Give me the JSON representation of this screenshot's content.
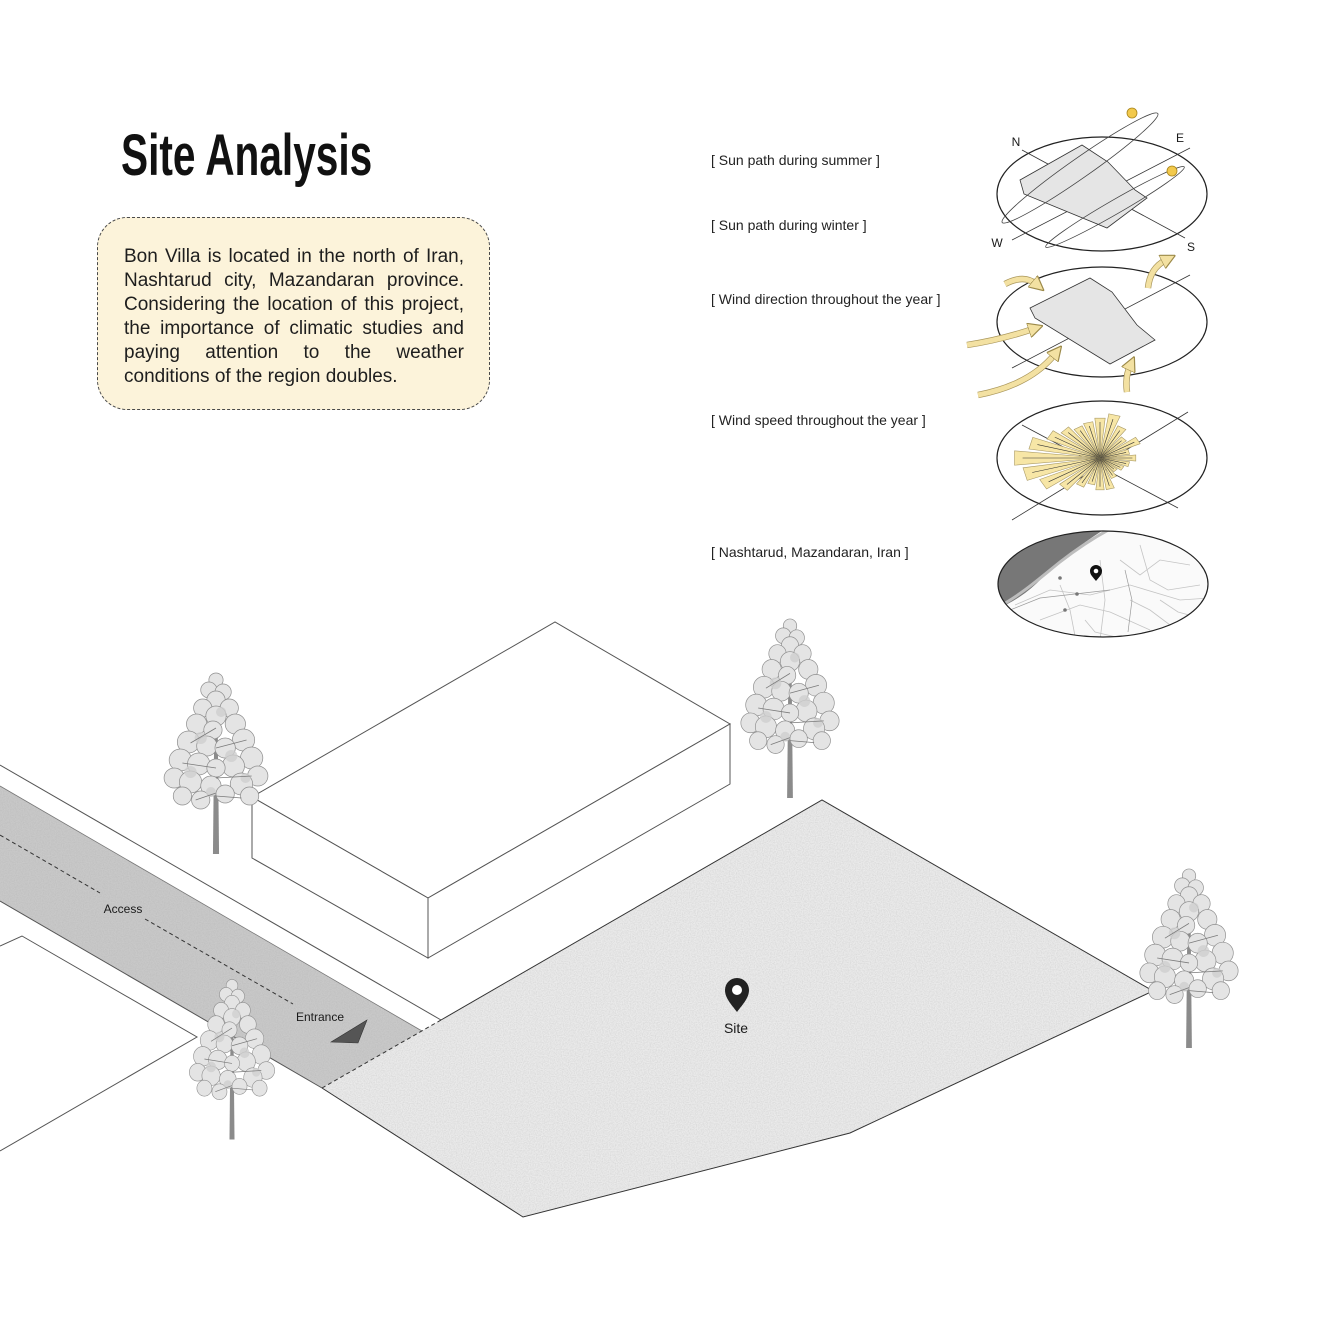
{
  "title": "Site Analysis",
  "description_lines": [
    "Bon Villa is located in the north of Iran,",
    "Nashtarud city, Mazandaran province.",
    "Considering the location of this project,",
    "the importance of climatic studies and",
    "paying attention to the weather",
    "conditions of the region doubles."
  ],
  "climate_diagrams": {
    "sun_summer": "[ Sun path during summer ]",
    "sun_winter": "[ Sun path during winter ]",
    "wind_direction": "[ Wind direction throughout the year ]",
    "wind_speed": "[ Wind speed throughout the year ]",
    "location": "[ Nashtarud, Mazandaran, Iran ]"
  },
  "compass": {
    "north": "N",
    "east": "E",
    "west": "W",
    "south": "S"
  },
  "site_plan": {
    "access": "Access",
    "entrance": "Entrance",
    "site": "Site"
  },
  "icons": {
    "site_marker": "location-pin-icon",
    "map_marker": "location-pin-icon",
    "entrance_marker": "arrow-icon",
    "trees": "tree-icon"
  },
  "colors": {
    "note_fill": "#fcf3da",
    "sun": "#f2c94c",
    "wind_arrow": "#f3e1a2",
    "wind_rose": "#f7e6a6",
    "road": "#c9c9c9",
    "site": "#ebebeb",
    "sea": "#777777"
  }
}
